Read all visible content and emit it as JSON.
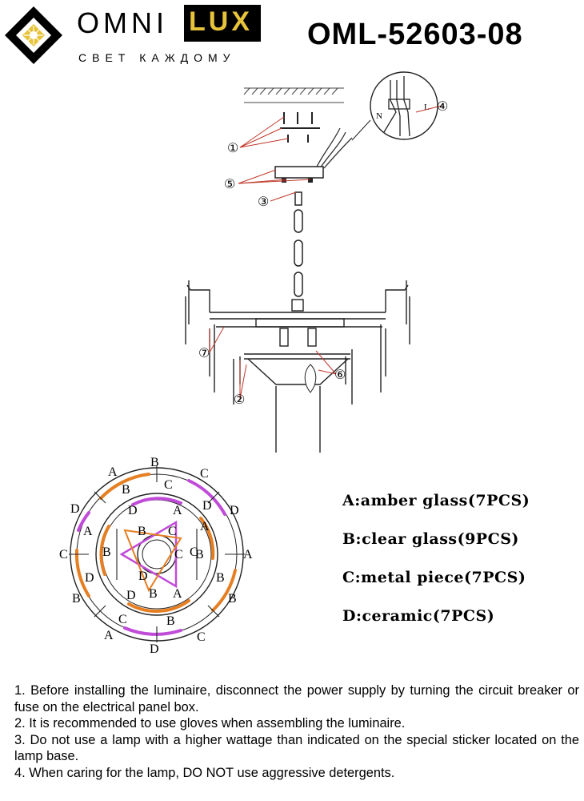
{
  "brand": {
    "name_left": "OMNI",
    "name_right": "LUX",
    "slogan": "СВЕТ КАЖДОМУ",
    "colors": {
      "accent": "#e7c33a",
      "dark": "#000000"
    }
  },
  "model": "OML-52603-08",
  "callouts": {
    "c1": "①",
    "c2": "②",
    "c3": "③",
    "c4": "④",
    "c5": "⑤",
    "c6": "⑥",
    "c7": "⑦",
    "wire_n": "N",
    "wire_l": "L"
  },
  "layout_letters": {
    "outer": [
      "A",
      "B",
      "C",
      "D",
      "D",
      "A",
      "C",
      "B",
      "D",
      "B",
      "A",
      "D",
      "C",
      "B",
      "A",
      "D"
    ],
    "middle": [
      "B",
      "C",
      "D",
      "A",
      "B",
      "C",
      "B",
      "A",
      "C",
      "D",
      "A",
      "B"
    ],
    "inner": [
      "B",
      "C",
      "D",
      "B",
      "C"
    ]
  },
  "legend": {
    "a": "A:amber glass(7PCS)",
    "b": "B:clear glass(9PCS)",
    "c": "C:metal piece(7PCS)",
    "d": "D:ceramic(7PCS)"
  },
  "notes": [
    "1. Before installing the luminaire, disconnect the power supply by turning the circuit breaker or fuse on the electrical panel box.",
    "2. It is recommended to use gloves when assembling the luminaire.",
    "3. Do not use a lamp with a higher wattage than indicated on the special sticker located on the lamp base.",
    "4. When caring for the lamp, DO NOT use aggressive detergents."
  ]
}
